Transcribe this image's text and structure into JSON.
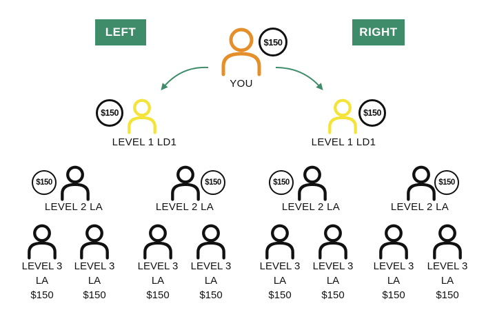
{
  "tags": {
    "left": "LEFT",
    "right": "RIGHT"
  },
  "you": {
    "label": "YOU",
    "amount": "$150",
    "color": "#e58f2a"
  },
  "level1": [
    {
      "label": "LEVEL 1 LD1",
      "amount": "$150",
      "color": "#f4e43a"
    },
    {
      "label": "LEVEL 1 LD1",
      "amount": "$150",
      "color": "#f4e43a"
    }
  ],
  "level2": [
    {
      "label": "LEVEL 2 LA",
      "amount": "$150"
    },
    {
      "label": "LEVEL 2 LA",
      "amount": "$150"
    },
    {
      "label": "LEVEL 2 LA",
      "amount": "$150"
    },
    {
      "label": "LEVEL 2 LA",
      "amount": "$150"
    }
  ],
  "level3": [
    {
      "line1": "LEVEL 3",
      "line2": "LA",
      "amount": "$150"
    },
    {
      "line1": "LEVEL 3",
      "line2": "LA",
      "amount": "$150"
    },
    {
      "line1": "LEVEL 3",
      "line2": "LA",
      "amount": "$150"
    },
    {
      "line1": "LEVEL 3",
      "line2": "LA",
      "amount": "$150"
    },
    {
      "line1": "LEVEL 3",
      "line2": "LA",
      "amount": "$150"
    },
    {
      "line1": "LEVEL 3",
      "line2": "LA",
      "amount": "$150"
    },
    {
      "line1": "LEVEL 3",
      "line2": "LA",
      "amount": "$150"
    },
    {
      "line1": "LEVEL 3",
      "line2": "LA",
      "amount": "$150"
    }
  ],
  "colors": {
    "tag_bg": "#3f8c6a",
    "arrow": "#3f8c6a",
    "person_default": "#111111"
  }
}
